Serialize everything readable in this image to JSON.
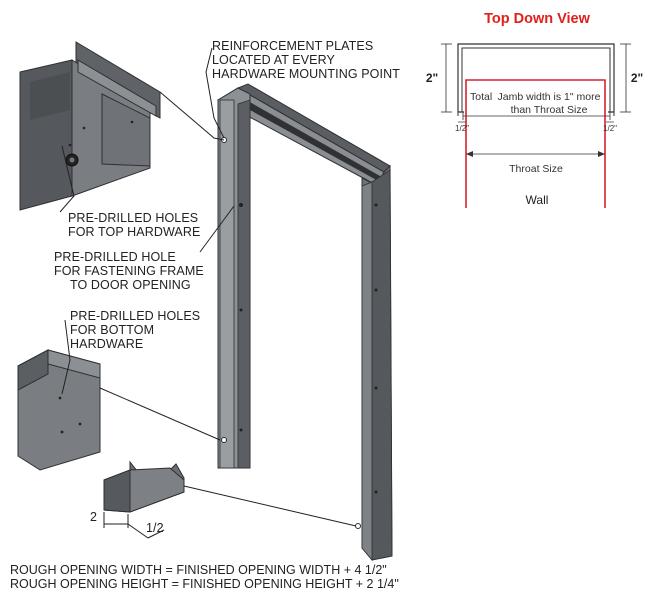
{
  "callouts": {
    "reinforcement_line1": "REINFORCEMENT PLATES",
    "reinforcement_line2": "LOCATED AT EVERY",
    "reinforcement_line3": "HARDWARE MOUNTING POINT",
    "top_holes_line1": "PRE-DRILLED HOLES",
    "top_holes_line2": "FOR TOP HARDWARE",
    "fasten_line1": "PRE-DRILLED HOLE",
    "fasten_line2": "FOR FASTENING FRAME",
    "fasten_line3": "TO DOOR OPENING",
    "bottom_holes_line1": "PRE-DRILLED HOLES",
    "bottom_holes_line2": "FOR BOTTOM",
    "bottom_holes_line3": "HARDWARE"
  },
  "footer_dims": {
    "dim_2": "2",
    "dim_half": "1/2"
  },
  "formulas": {
    "width": "ROUGH OPENING WIDTH = FINISHED OPENING WIDTH + 4 1/2\"",
    "height": "ROUGH OPENING HEIGHT = FINISHED OPENING HEIGHT + 2 1/4\""
  },
  "top_view": {
    "title": "Top Down View",
    "left_depth": "2\"",
    "right_depth": "2\"",
    "total_label": "Total",
    "jamb_note_line1": "Jamb width is 1\" more",
    "jamb_note_line2": "than Throat Size",
    "left_return": "1/2\"",
    "right_return": "1/2\"",
    "throat_label": "Throat Size",
    "wall_label": "Wall",
    "wall_color": "#d9232d",
    "frame_color": "#333333"
  }
}
